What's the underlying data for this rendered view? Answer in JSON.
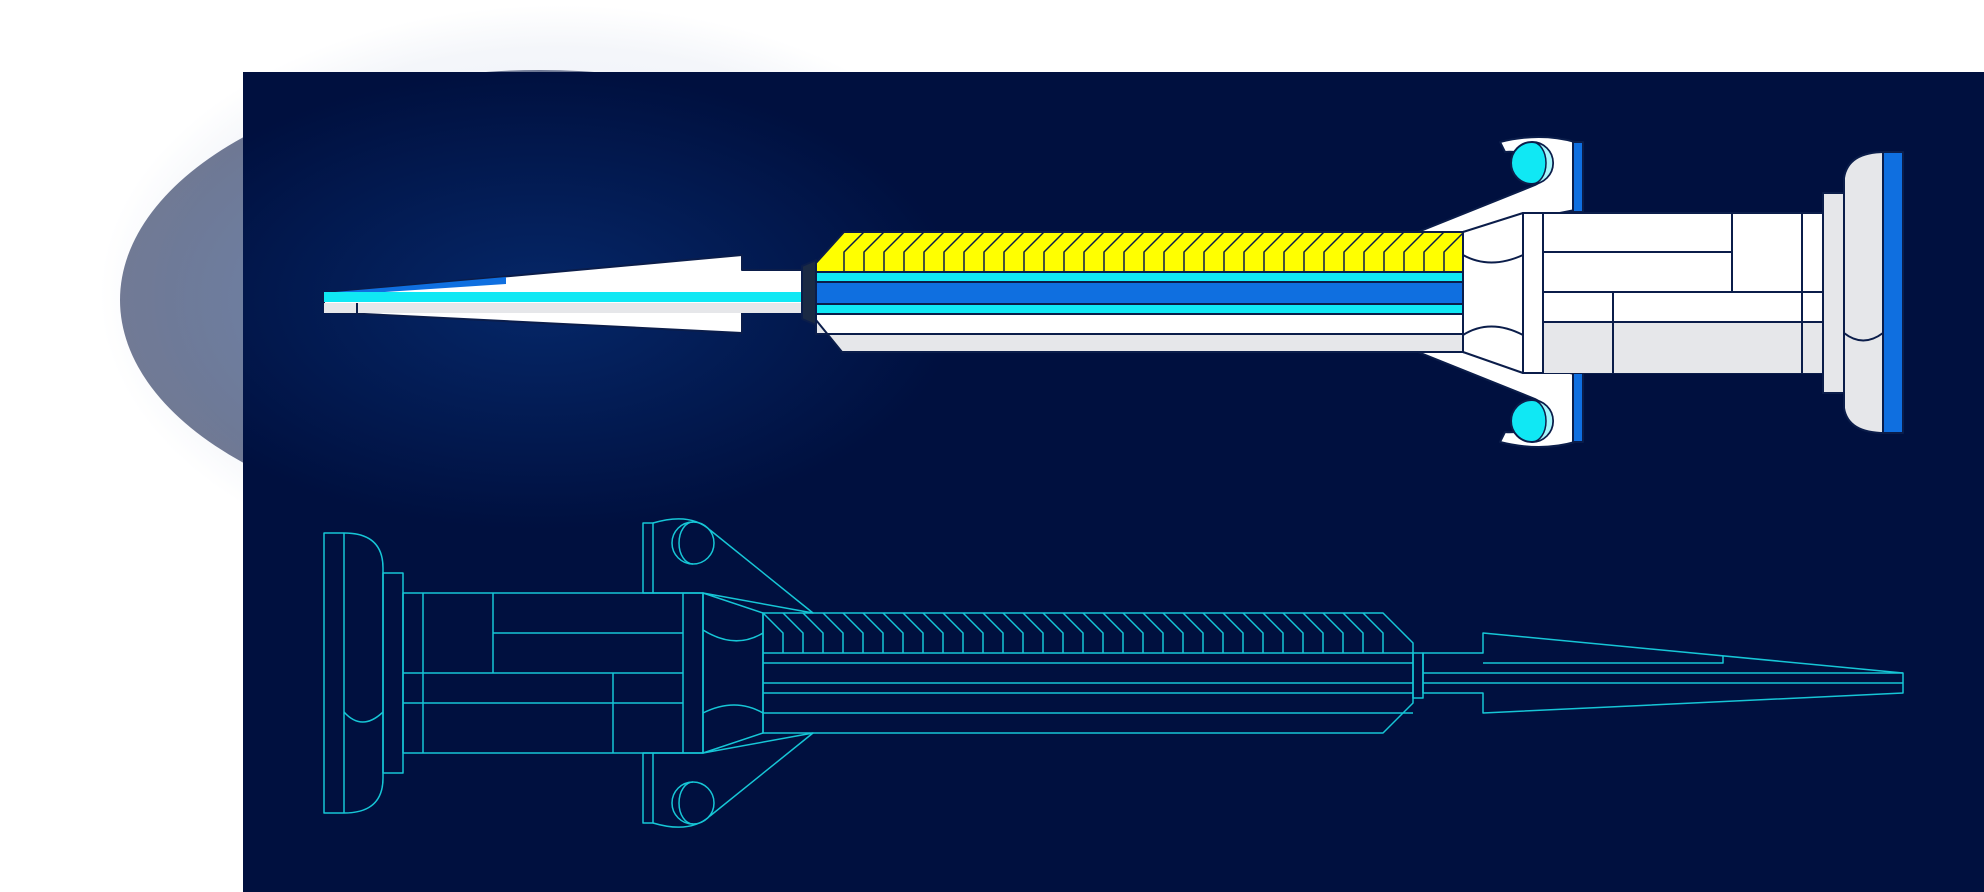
{
  "scene": {
    "background": "#ffffff",
    "panel_color": "#00103f",
    "glow_color": "#0a3a8a"
  },
  "drawings": [
    {
      "name": "colored-syringe",
      "style": "filled",
      "colors": {
        "stroke": "#0b1d4a",
        "white": "#ffffff",
        "light_gray": "#e6e7ea",
        "blue": "#0f6fe0",
        "cyan": "#10e8f4",
        "yellow": "#ffff00",
        "dark": "#1b2a44"
      }
    },
    {
      "name": "blueprint-syringe",
      "style": "outline",
      "colors": {
        "stroke": "#16c6d6"
      }
    }
  ]
}
